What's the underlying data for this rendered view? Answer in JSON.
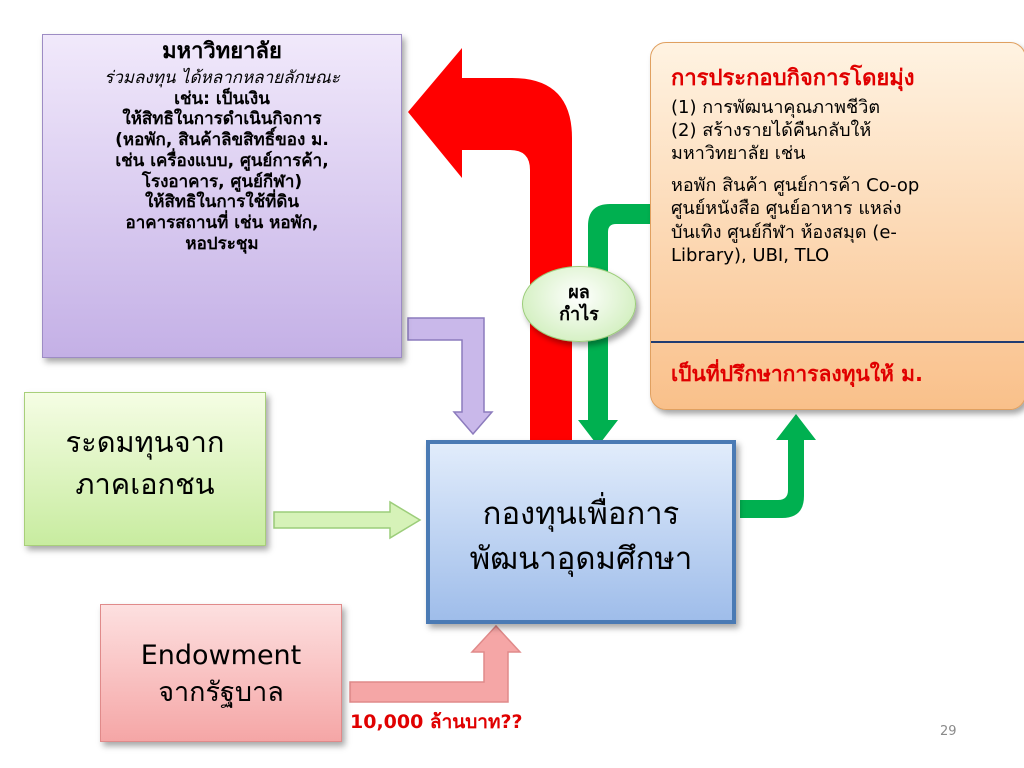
{
  "university": {
    "title": "มหาวิทยาลัย",
    "intro": "ร่วมลงทุน ได้หลากหลายลักษณะ",
    "lines": [
      "เช่น: เป็นเงิน",
      "ให้สิทธิในการดำเนินกิจการ",
      "(หอพัก, สินค้าลิขสิทธิ์ของ ม.",
      "เช่น เครื่องแบบ, ศูนย์การค้า,",
      "โรงอาคาร, ศูนย์กีฬา)",
      "ให้สิทธิในการใช้ที่ดิน",
      "อาคารสถานที่ เช่น หอพัก,",
      "หอประชุม"
    ]
  },
  "private_sector": {
    "lines": [
      "ระดมทุนจาก",
      "ภาคเอกชน"
    ]
  },
  "endowment": {
    "lines": [
      "Endowment",
      "จากรัฐบาล"
    ],
    "note": "10,000 ล้านบาท??"
  },
  "fund": {
    "lines": [
      "กองทุนเพื่อการ",
      "พัฒนาอุดมศึกษา"
    ]
  },
  "profit": {
    "lines": [
      "ผล",
      "กำไร"
    ]
  },
  "business": {
    "title": "การประกอบกิจการโดยมุ่ง",
    "goals": [
      "(1) การพัฒนาคุณภาพชีวิต",
      "(2) สร้างรายได้คืนกลับให้",
      "มหาวิทยาลัย เช่น"
    ],
    "examples": [
      "หอพัก สินค้า ศูนย์การค้า Co-op",
      "ศูนย์หนังสือ ศูนย์อาหาร  แหล่ง",
      "บันเทิง  ศูนย์กีฬา  ห้องสมุด (e-",
      "Library), UBI, TLO"
    ],
    "footer": "เป็นที่ปรึกษาการลงทุนให้ ม."
  },
  "page_number": "29",
  "colors": {
    "red_arrow": "#ff0000",
    "green_arrow": "#00b050",
    "purple_arrow": "#c9b8ea",
    "light_green_arrow": "#d6f2b8",
    "pink_arrow": "#f5a6a6"
  }
}
